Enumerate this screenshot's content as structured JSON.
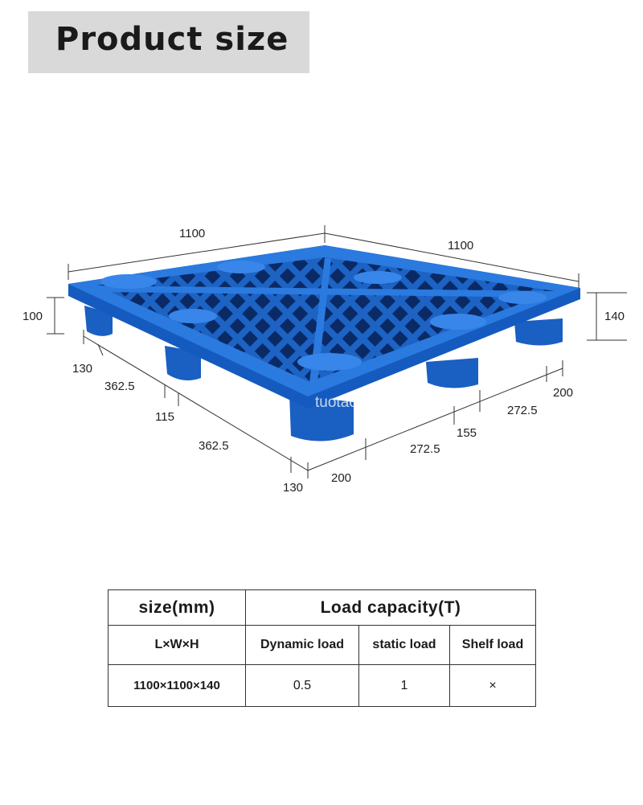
{
  "header": {
    "title": "Product size"
  },
  "diagram": {
    "watermark": "tuotaoplastic.com",
    "dimensions": {
      "top_left_length": "1100",
      "top_right_length": "1100",
      "left_height": "100",
      "right_height": "140",
      "left_seg_1": "130",
      "left_seg_2": "362.5",
      "left_seg_3": "115",
      "left_seg_4": "362.5",
      "left_seg_5": "130",
      "right_seg_1": "200",
      "right_seg_2": "272.5",
      "right_seg_3": "155",
      "right_seg_4": "272.5",
      "right_seg_5": "200"
    },
    "pallet_color": "#1e6fd6"
  },
  "table": {
    "col1_header": "size(mm)",
    "col2_header": "Load capacity(T)",
    "sub_headers": [
      "L×W×H",
      "Dynamic load",
      "static load",
      "Shelf load"
    ],
    "rows": [
      [
        "1100×1100×140",
        "0.5",
        "1",
        "×"
      ]
    ]
  }
}
